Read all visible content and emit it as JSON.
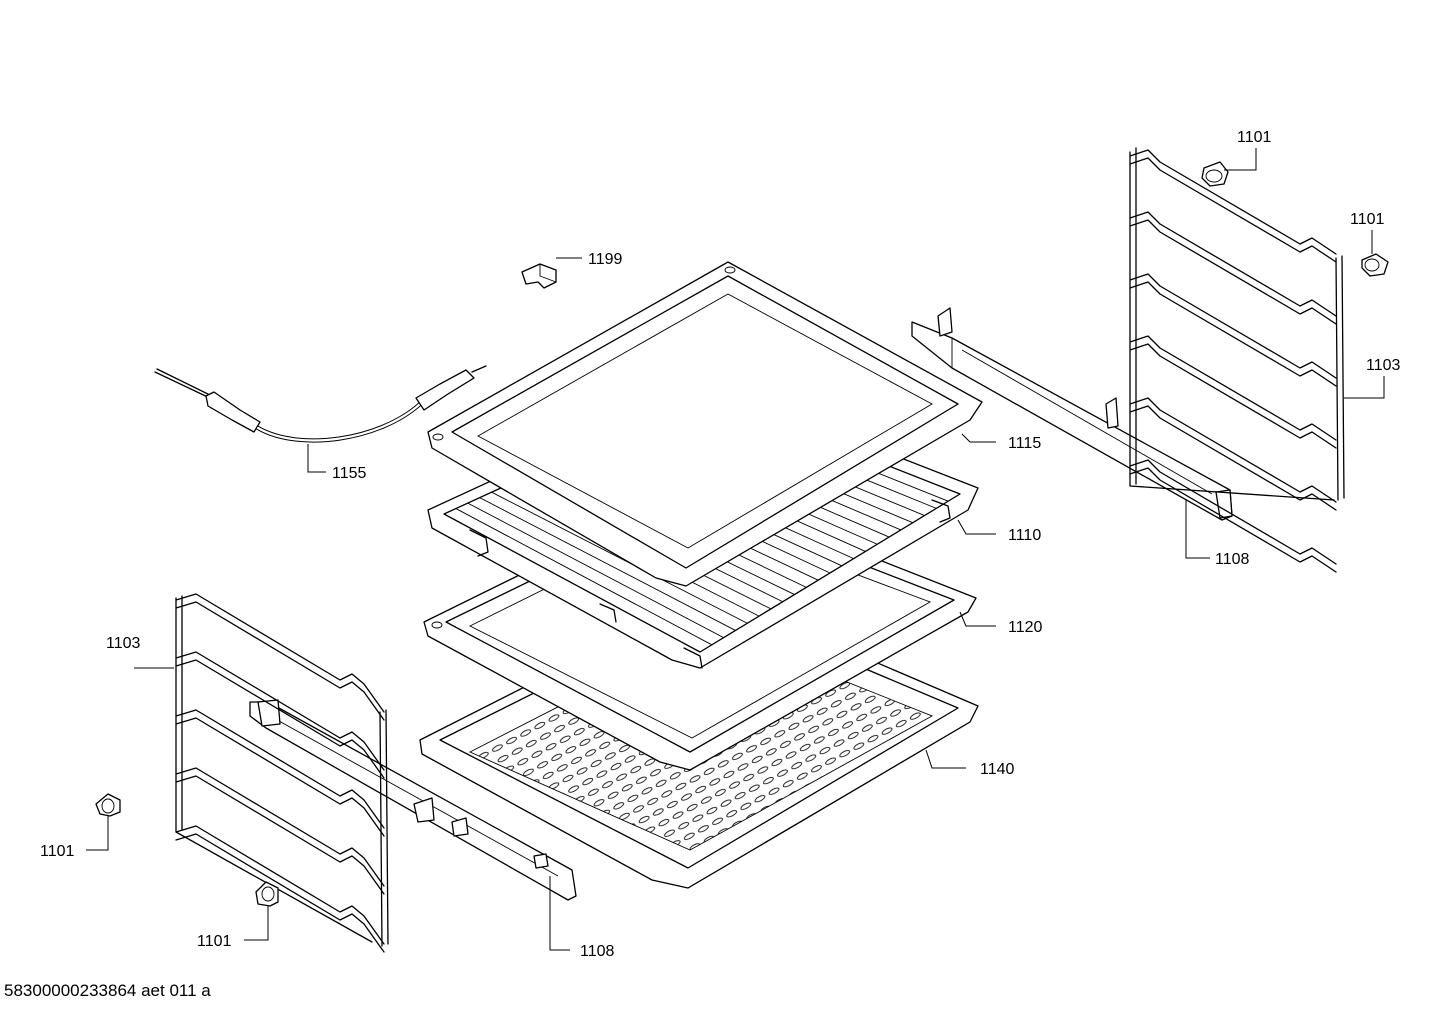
{
  "diagram": {
    "part_labels": {
      "clip_top": "1101",
      "clip_right": "1101",
      "clip_left": "1101",
      "clip_bottom": "1101",
      "label_1199": "1199",
      "label_1155": "1155",
      "label_1115": "1115",
      "label_1110": "1110",
      "label_1120": "1120",
      "label_1140": "1140",
      "rack_right": "1103",
      "rack_left": "1103",
      "rail_right": "1108",
      "rail_left": "1108"
    },
    "document_id": "58300000233864 aet 011 a"
  }
}
